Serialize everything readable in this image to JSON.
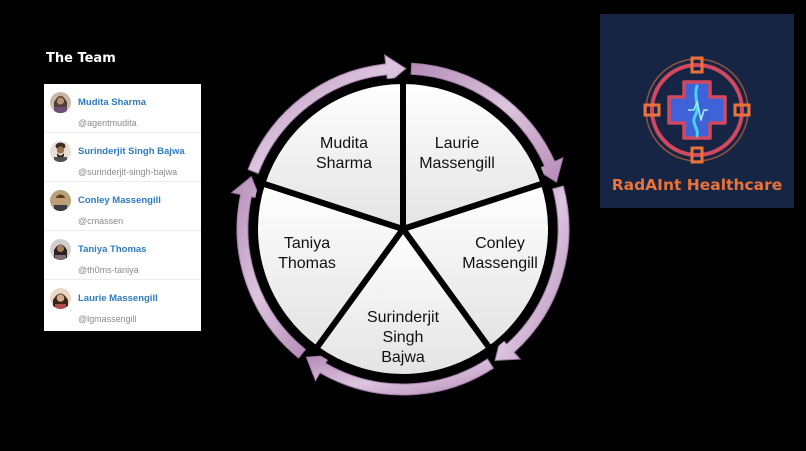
{
  "team_panel": {
    "heading": "The Team",
    "members": [
      {
        "name": "Mudita Sharma",
        "handle": "@agentmudita",
        "avatar_colors": [
          "#c9b7a8",
          "#3b2b22"
        ]
      },
      {
        "name": "Surinderjit Singh Bajwa",
        "handle": "@surinderjit-singh-bajwa",
        "avatar_colors": [
          "#e6dfd6",
          "#3a2a1f"
        ]
      },
      {
        "name": "Conley Massengill",
        "handle": "@cmassen",
        "avatar_colors": [
          "#b7a07a",
          "#5a3e22"
        ]
      },
      {
        "name": "Taniya Thomas",
        "handle": "@th0ms-taniya",
        "avatar_colors": [
          "#cfcfcf",
          "#2a2222"
        ]
      },
      {
        "name": "Laurie Massengill",
        "handle": "@lgmassengill",
        "avatar_colors": [
          "#e8d8c6",
          "#3a2418"
        ]
      }
    ]
  },
  "cycle_diagram": {
    "segments": [
      {
        "lines": [
          "Mudita",
          "Sharma"
        ]
      },
      {
        "lines": [
          "Laurie",
          "Massengill"
        ]
      },
      {
        "lines": [
          "Conley",
          "Massengill"
        ]
      },
      {
        "lines": [
          "Surinderjit",
          "Singh",
          "Bajwa"
        ]
      },
      {
        "lines": [
          "Taniya",
          "Thomas"
        ]
      }
    ],
    "colors": {
      "ring": "#c6a6c8",
      "ring_edge": "#a07aa6",
      "wedge_top": "#ffffff",
      "wedge_bottom": "#e3e3e3"
    }
  },
  "logo": {
    "text": "RadAInt Healthcare",
    "colors": {
      "background": "#162544",
      "accent": "#e9733a",
      "cross": "#3f62d8",
      "ring": "#d2485e",
      "glow": "#3fd6f0"
    },
    "icon": "medical-cross-crosshair-icon"
  }
}
